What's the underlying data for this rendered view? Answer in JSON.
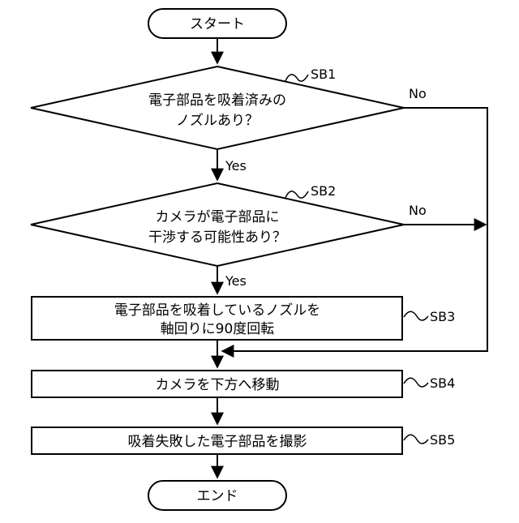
{
  "nodes": {
    "start": "スタート",
    "sb1": [
      "電子部品を吸着済みの",
      "ノズルあり？"
    ],
    "sb2": [
      "カメラが電子部品に",
      "干渉する可能性あり？"
    ],
    "sb3": [
      "電子部品を吸着しているノズルを",
      "軸回りに90度回転"
    ],
    "sb4": "カメラを下方へ移動",
    "sb5": "吸着失敗した電子部品を撮影",
    "end": "エンド"
  },
  "refs": {
    "sb1": "SB1",
    "sb2": "SB2",
    "sb3": "SB3",
    "sb4": "SB4",
    "sb5": "SB5"
  },
  "edges": {
    "yes": "Yes",
    "no": "No"
  }
}
